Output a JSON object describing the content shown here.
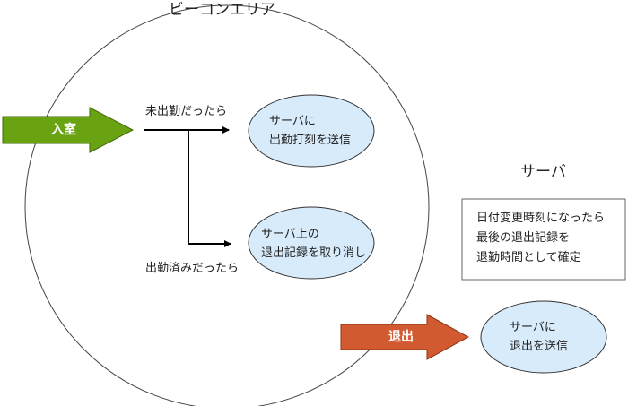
{
  "beacon_area": {
    "title": "ビーコンエリア"
  },
  "server_label": {
    "title": "サーバ"
  },
  "arrows": {
    "enter": {
      "label": "入室",
      "color": "#6aa312"
    },
    "exit": {
      "label": "退出",
      "color": "#d15a31"
    }
  },
  "branches": {
    "not_clocked_in": "未出勤だったら",
    "already_clocked_in": "出勤済みだったら"
  },
  "bubbles": {
    "clock_in": {
      "line1": "サーバに",
      "line2": "出勤打刻を送信"
    },
    "cancel_exit": {
      "line1": "サーバ上の",
      "line2": "退出記録を取り消し"
    },
    "clock_out": {
      "line1": "サーバに",
      "line2": "退出を送信"
    }
  },
  "server_box": {
    "line1": "日付変更時刻になったら",
    "line2": "最後の退出記録を",
    "line3": "退勤時間として確定"
  },
  "colors": {
    "bubble_fill": "#d7ebfb",
    "line": "#000000",
    "circle_stroke": "#444444"
  }
}
